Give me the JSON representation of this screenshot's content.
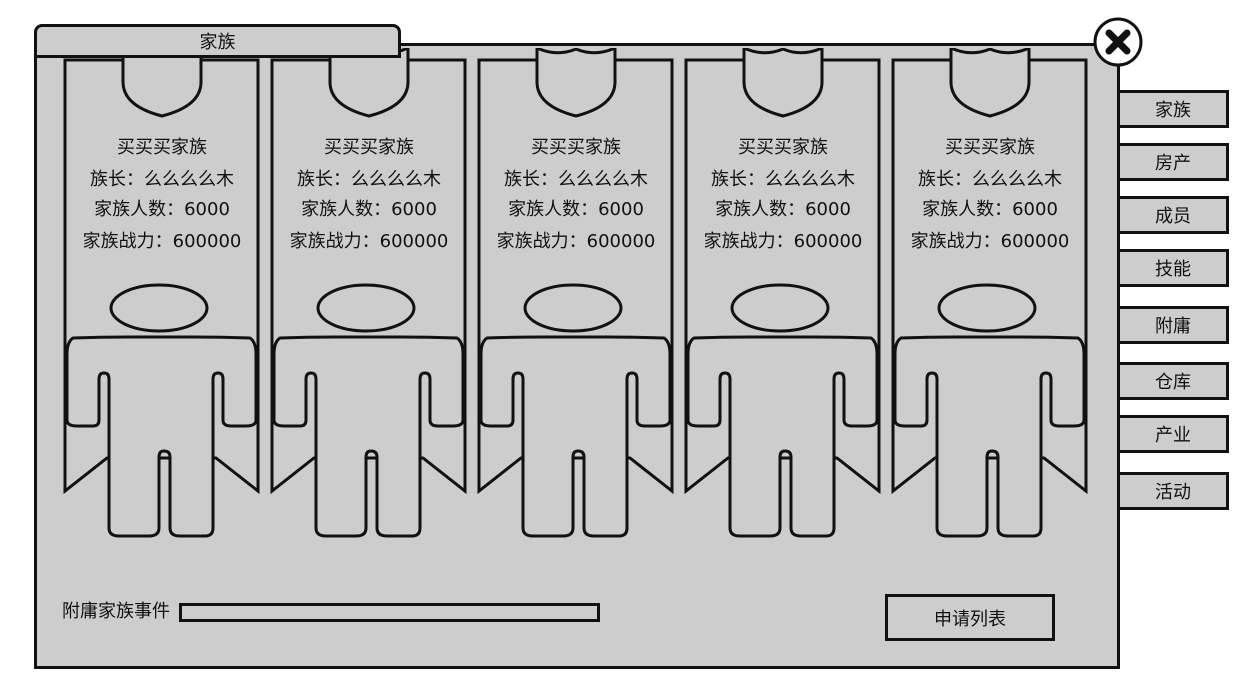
{
  "window": {
    "title": "家族",
    "close_icon": "close-icon"
  },
  "cards": [
    {
      "name": "买买买家族",
      "leader": "族长：么么么么木",
      "members": "家族人数：6000",
      "power": "家族战力：600000",
      "emblem_icon": "shield-icon",
      "portrait_icon": "person-icon"
    },
    {
      "name": "买买买家族",
      "leader": "族长：么么么么木",
      "members": "家族人数：6000",
      "power": "家族战力：600000",
      "emblem_icon": "shield-icon",
      "portrait_icon": "person-icon"
    },
    {
      "name": "买买买家族",
      "leader": "族长：么么么么木",
      "members": "家族人数：6000",
      "power": "家族战力：600000",
      "emblem_icon": "shield-icon",
      "portrait_icon": "person-icon"
    },
    {
      "name": "买买买家族",
      "leader": "族长：么么么么木",
      "members": "家族人数：6000",
      "power": "家族战力：600000",
      "emblem_icon": "shield-icon",
      "portrait_icon": "person-icon"
    },
    {
      "name": "买买买家族",
      "leader": "族长：么么么么木",
      "members": "家族人数：6000",
      "power": "家族战力：600000",
      "emblem_icon": "shield-icon",
      "portrait_icon": "person-icon"
    }
  ],
  "sidebar": {
    "items": [
      {
        "id": "family",
        "label": "家族"
      },
      {
        "id": "property",
        "label": "房产"
      },
      {
        "id": "members",
        "label": "成员"
      },
      {
        "id": "skills",
        "label": "技能"
      },
      {
        "id": "vassal",
        "label": "附庸"
      },
      {
        "id": "warehouse",
        "label": "仓库"
      },
      {
        "id": "industry",
        "label": "产业"
      },
      {
        "id": "activity",
        "label": "活动"
      }
    ]
  },
  "bottom": {
    "event_label": "附庸家族事件",
    "event_progress": 0,
    "apply_button_label": "申请列表"
  },
  "colors": {
    "panel_bg": "#cdcdcd",
    "outline": "#111111",
    "page_bg": "#ffffff"
  }
}
